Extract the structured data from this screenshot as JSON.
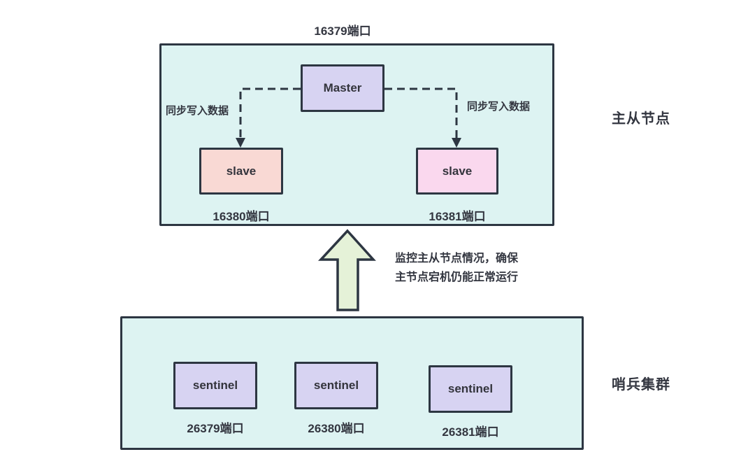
{
  "diagram": {
    "master_slave_group": {
      "title_port": "16379端口",
      "side_label": "主从节点",
      "master": {
        "label": "Master"
      },
      "slaves": [
        {
          "label": "slave",
          "port": "16380端口"
        },
        {
          "label": "slave",
          "port": "16381端口"
        }
      ],
      "sync_left_label": "同步写入数据",
      "sync_right_label": "同步写入数据"
    },
    "monitor_annotation": {
      "line1": "监控主从节点情况，确保",
      "line2": "主节点宕机仍能正常运行"
    },
    "sentinel_group": {
      "side_label": "哨兵集群",
      "sentinels": [
        {
          "label": "sentinel",
          "port": "26379端口"
        },
        {
          "label": "sentinel",
          "port": "26380端口"
        },
        {
          "label": "sentinel",
          "port": "26381端口"
        }
      ]
    },
    "icons": {
      "up_arrow": "up-arrow",
      "sync_arrow_left": "dashed-down-arrow",
      "sync_arrow_right": "dashed-down-arrow"
    },
    "colors": {
      "group_fill": "#ddf3f2",
      "master_fill": "#d7d3f2",
      "slave_left_fill": "#f9d9d4",
      "slave_right_fill": "#fad8ee",
      "sentinel_fill": "#d7d3f2",
      "up_arrow_fill": "#e5f2d8",
      "border": "#2d3642"
    }
  }
}
